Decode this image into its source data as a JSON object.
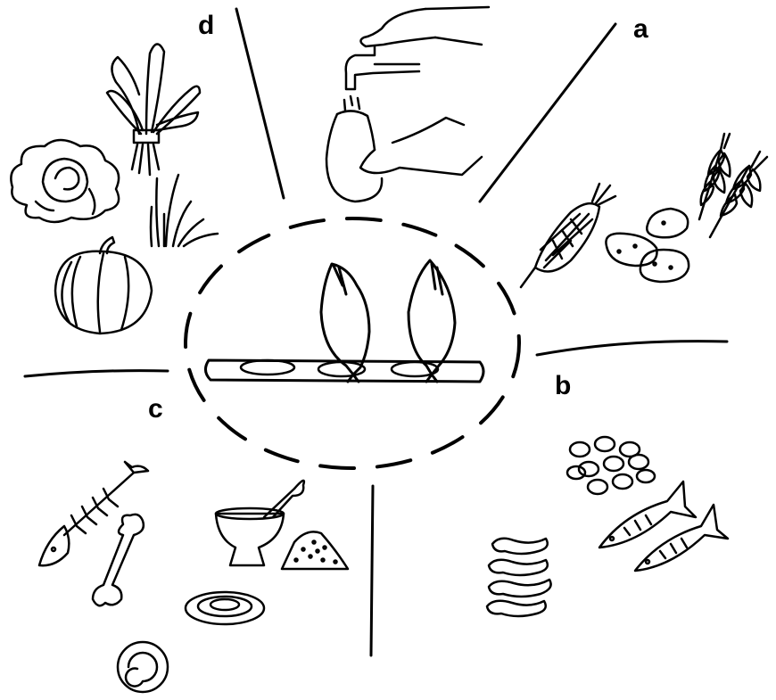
{
  "sections": [
    {
      "id": "a",
      "label": "a",
      "contents": [
        "corn-icon",
        "potatoes-icon",
        "wheat-icon"
      ]
    },
    {
      "id": "b",
      "label": "b",
      "contents": [
        "beans-icon",
        "fish-icon",
        "worms-icon"
      ]
    },
    {
      "id": "c",
      "label": "c",
      "contents": [
        "fish-bone-icon",
        "bone-icon",
        "mortar-pestle-icon",
        "ground-powder-icon",
        "shell-icon",
        "snail-icon"
      ]
    },
    {
      "id": "d",
      "label": "d",
      "contents": [
        "leafy-greens-icon",
        "cabbage-icon",
        "grass-icon",
        "pumpkin-icon"
      ]
    }
  ],
  "center": {
    "contents": [
      "chicken-icon",
      "chicken-icon",
      "feeding-trough-icon",
      "water-tap-icon"
    ]
  },
  "colors": {
    "ink": "#000000",
    "background": "#ffffff"
  }
}
